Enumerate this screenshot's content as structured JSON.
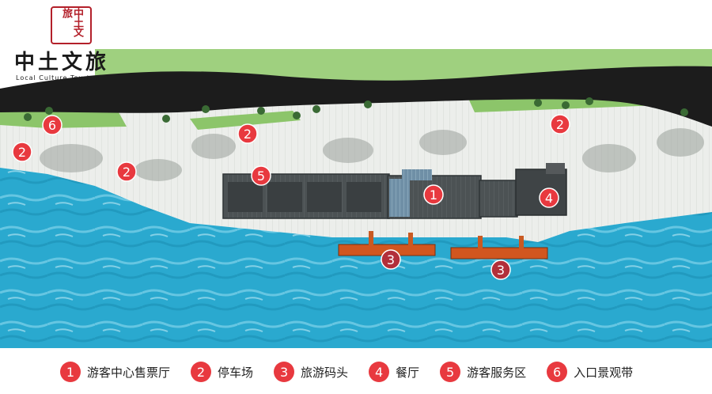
{
  "brand": {
    "seal_text": "中土文旅",
    "name_cn": "中土文旅",
    "name_en": "Local Culture Tourism"
  },
  "colors": {
    "water": "#2aa9cf",
    "road": "#1c1c1c",
    "grass": "#8cc56a",
    "plaza": "#e9ebe7",
    "building": "#4a4f52",
    "pier": "#d1561f",
    "marker": "#e8393f"
  },
  "legend": [
    {
      "number": "1",
      "label": "游客中心售票厅"
    },
    {
      "number": "2",
      "label": "停车场"
    },
    {
      "number": "3",
      "label": "旅游码头"
    },
    {
      "number": "4",
      "label": "餐厅"
    },
    {
      "number": "5",
      "label": "游客服务区"
    },
    {
      "number": "6",
      "label": "入口景观带"
    }
  ],
  "markers": [
    {
      "number": "6"
    },
    {
      "number": "2"
    },
    {
      "number": "2"
    },
    {
      "number": "2"
    },
    {
      "number": "2"
    },
    {
      "number": "5"
    },
    {
      "number": "1"
    },
    {
      "number": "4"
    },
    {
      "number": "3"
    },
    {
      "number": "3"
    }
  ]
}
